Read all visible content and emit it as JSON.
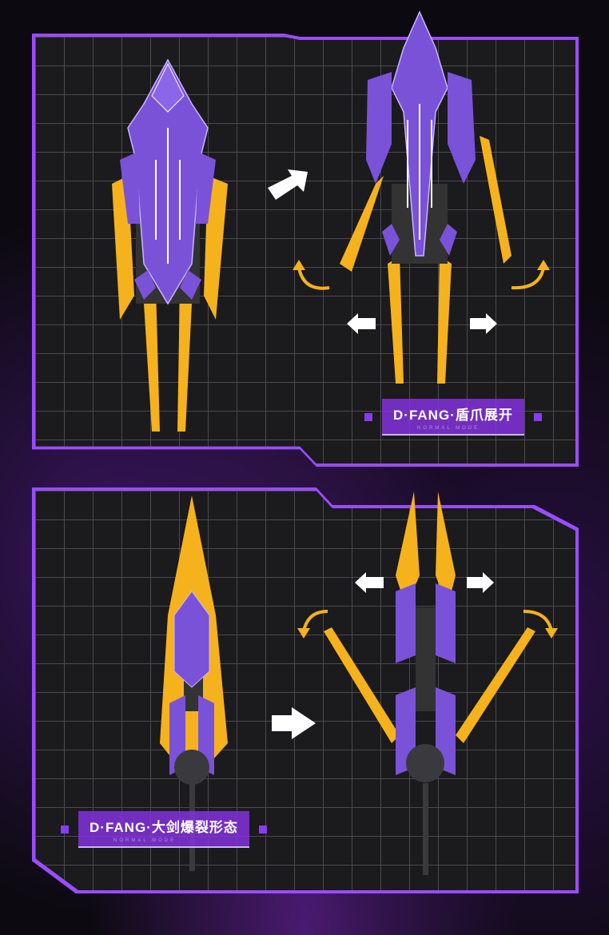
{
  "panels": [
    {
      "label": "D·FANG·盾爪展开",
      "sublabel": "NORMAL MODE"
    },
    {
      "label": "D·FANG·大剑爆裂形态",
      "sublabel": "NORMAL MODE"
    }
  ],
  "colors": {
    "accent": "#9a4cff",
    "blade": "#f5b21c",
    "armor": "#7a52d8",
    "arrow": "#ffffff"
  }
}
